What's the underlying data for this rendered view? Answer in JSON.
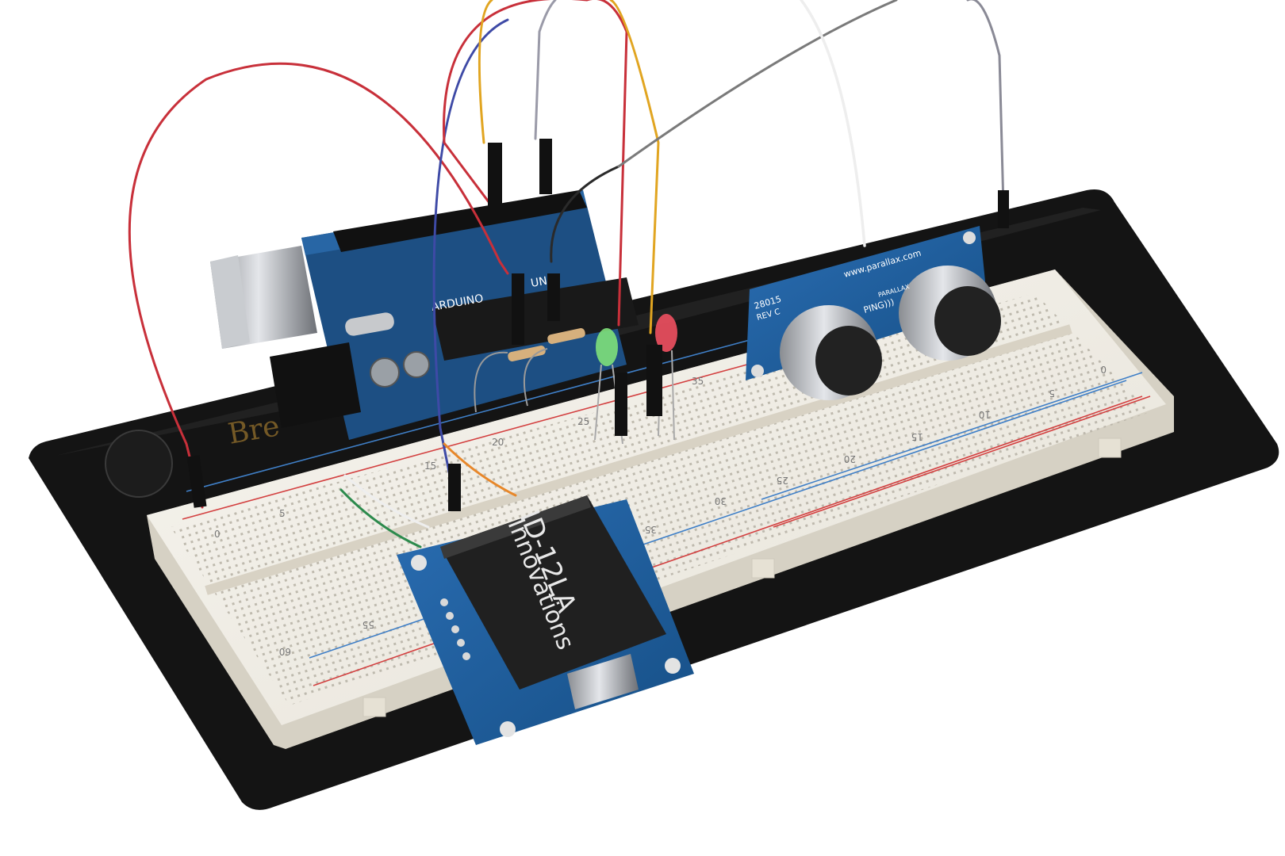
{
  "photo": {
    "subject": "Arduino prototype on breadboard with RFID reader and ultrasonic sensor"
  },
  "rfid_module": {
    "model": "ID-12LA",
    "brand": "Innovations"
  },
  "ping_sensor": {
    "url": "www.parallax.com",
    "part": "28015",
    "rev": "REV C",
    "name": "PING)))",
    "maker": "PARALLAX"
  },
  "arduino": {
    "brand": "ARDUINO",
    "model": "UNO"
  },
  "breadboard_numbers": {
    "upper_left": [
      "20",
      "25",
      "35"
    ],
    "upper_right": [
      "0",
      "5",
      "10",
      "15",
      "20",
      "25",
      "30"
    ],
    "lower": [
      "0",
      "5",
      "35",
      "55",
      "60"
    ],
    "mid": [
      "15"
    ]
  },
  "colors": {
    "wire_red": "#c8303a",
    "wire_yellow": "#e1a521",
    "wire_blue": "#3e4aa6",
    "wire_black": "#2a2a2a",
    "wire_white": "#eeeeee",
    "wire_gray": "#7a7a7a",
    "wire_orange": "#e7872a",
    "wire_green": "#2c8a4c",
    "arduino_board": "#1d4f83",
    "module_pcb": "#1f5fa0",
    "breadboard": "#f2efe8",
    "base_plate": "#1a1a1a",
    "led_green": "#7fe07a",
    "led_red": "#f05060"
  }
}
